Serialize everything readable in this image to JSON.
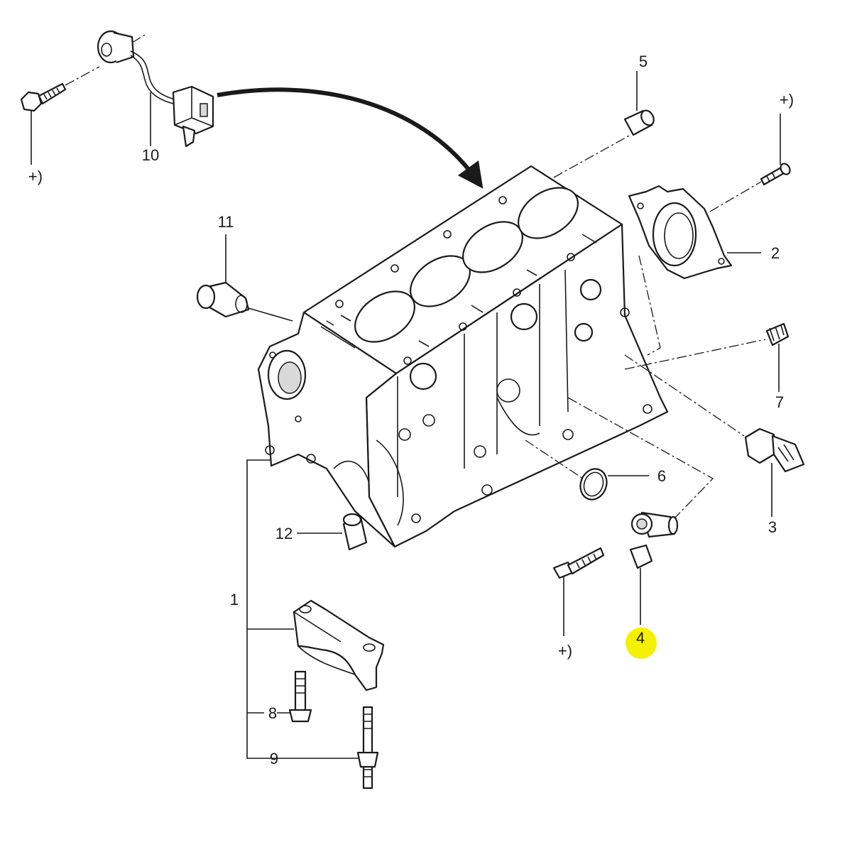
{
  "diagram": {
    "callouts": {
      "c1": "1",
      "c2": "2",
      "c3": "3",
      "c4": "4",
      "c5": "5",
      "c6": "6",
      "c7": "7",
      "c8": "8",
      "c9": "9",
      "c10": "10",
      "c11": "11",
      "c12": "12",
      "torque_a": "+)",
      "torque_b": "+)",
      "torque_c": "+)"
    },
    "highlight_color": "#f5f000"
  }
}
